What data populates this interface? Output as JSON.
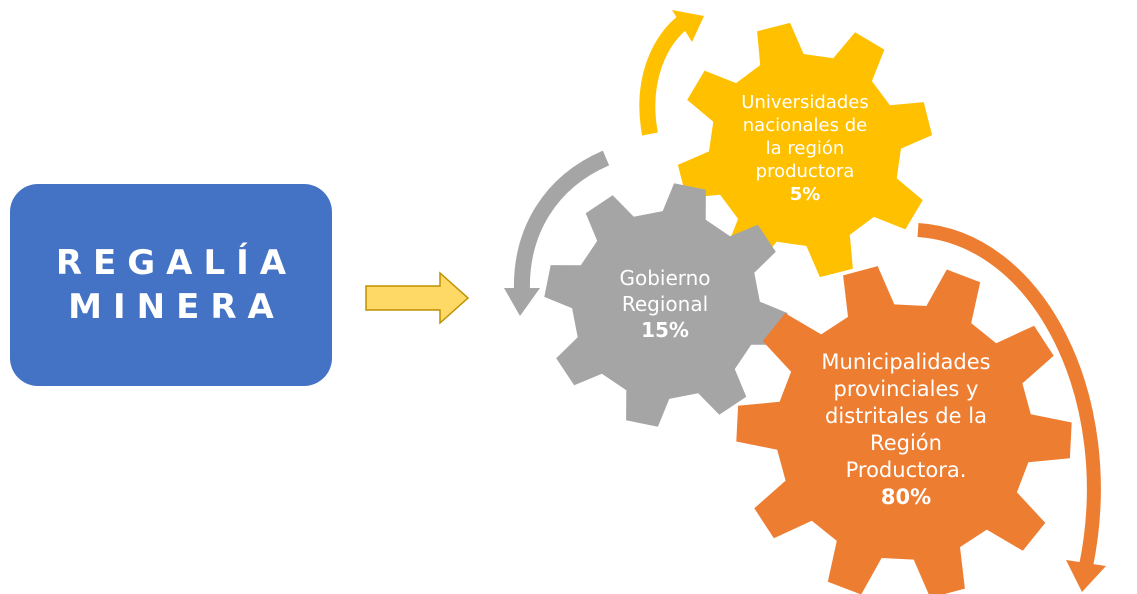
{
  "box": {
    "line1": "REGALÍA",
    "line2": "MINERA",
    "color": "#4472C4"
  },
  "gears": {
    "yellow": {
      "lines": [
        "Universidades",
        "nacionales de",
        "la región",
        "productora"
      ],
      "percent": "5%",
      "color": "#FFC000"
    },
    "gray": {
      "lines": [
        "Gobierno",
        "Regional"
      ],
      "percent": "15%",
      "color": "#A5A5A5"
    },
    "orange": {
      "lines": [
        "Municipalidades",
        "provinciales y",
        "distritales de la",
        "Región",
        "Productora."
      ],
      "percent": "80%",
      "color": "#ED7D31"
    }
  },
  "arrow_color": "#FFD966",
  "arrow_stroke": "#BF9000"
}
